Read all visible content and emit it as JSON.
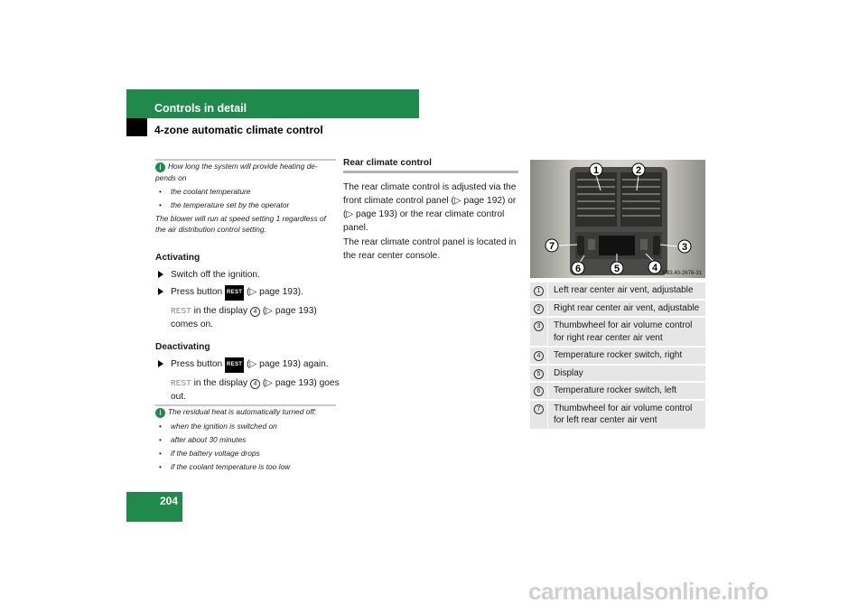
{
  "header": {
    "title": "Controls in detail",
    "subtitle": "4-zone automatic climate control"
  },
  "page_number": "204",
  "info_box_1": {
    "intro": "How long the system will provide heating de-pends on",
    "bullets": [
      "the coolant temperature",
      "the temperature set by the operator"
    ],
    "note": "The blower will run at speed setting 1 regardless of the air distribution control setting."
  },
  "activating": {
    "heading": "Activating",
    "step1": "Switch off the ignition.",
    "step2_pre": "Press button",
    "step2_btn": "REST",
    "step2_post": "(▷ page 193).",
    "result_disp": "REST",
    "result_mid": "in the display",
    "result_num": "4",
    "result_post": "(▷ page 193) comes on."
  },
  "deactivating": {
    "heading": "Deactivating",
    "step_pre": "Press button",
    "step_btn": "REST",
    "step_post": "(▷ page 193) again.",
    "result_disp": "REST",
    "result_mid": "in the display",
    "result_num": "4",
    "result_post": "(▷ page 193) goes out."
  },
  "info_box_2": {
    "intro": "The residual heat is automatically turned off:",
    "bullets": [
      "when the ignition is switched on",
      "after about 30 minutes",
      "if the battery voltage drops",
      "if the coolant temperature is too low"
    ]
  },
  "rear_climate": {
    "heading": "Rear climate control",
    "p1": "The rear climate control is adjusted via the front climate control panel (▷ page 192) or (▷ page 193) or the rear climate control panel.",
    "p2": "The rear climate control panel is located in the rear center console."
  },
  "photo": {
    "code": "P83.40-2676-31",
    "callouts": [
      "1",
      "2",
      "3",
      "4",
      "5",
      "6",
      "7"
    ]
  },
  "legend": [
    {
      "num": "1",
      "text": "Left rear center air vent, adjustable"
    },
    {
      "num": "2",
      "text": "Right rear center air vent, adjustable"
    },
    {
      "num": "3",
      "text": "Thumbwheel for air volume control for right rear center air vent"
    },
    {
      "num": "4",
      "text": "Temperature rocker switch, right"
    },
    {
      "num": "5",
      "text": "Display"
    },
    {
      "num": "6",
      "text": "Temperature rocker switch, left"
    },
    {
      "num": "7",
      "text": "Thumbwheel for air volume control for left rear center air vent"
    }
  ],
  "watermark": "carmanualsonline.info",
  "colors": {
    "accent": "#1f8a4c",
    "legend_bg": "#e6e6e6"
  }
}
